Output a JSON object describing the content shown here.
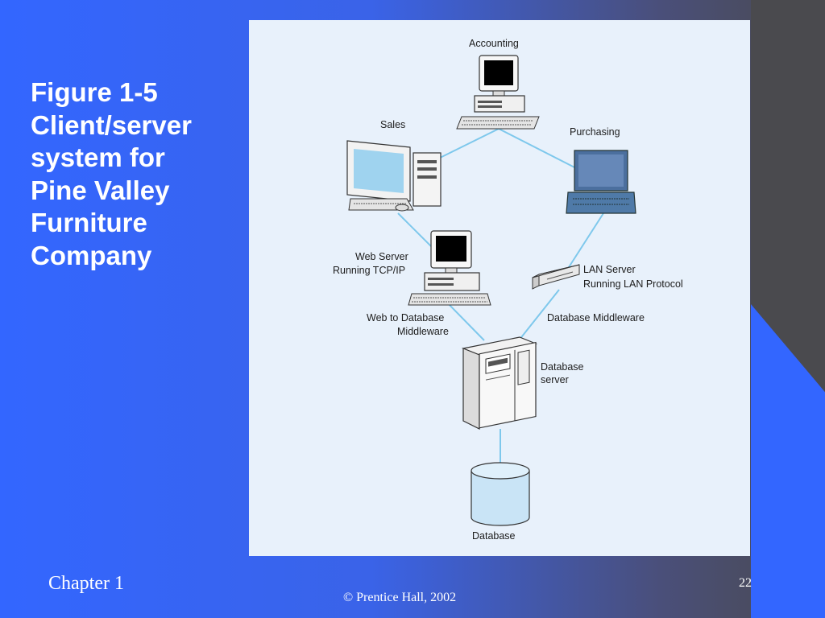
{
  "slide": {
    "title": "Figure 1-5\nClient/server\nsystem for\nPine Valley\nFurniture\nCompany",
    "chapter": "Chapter 1",
    "copyright": "© Prentice Hall, 2002",
    "page_number": "22"
  },
  "diagram": {
    "nodes": {
      "accounting": "Accounting",
      "sales": "Sales",
      "purchasing": "Purchasing",
      "web_server_1": "Web Server",
      "web_server_2": "Running TCP/IP",
      "lan_server_1": "LAN Server",
      "lan_server_2": "Running LAN Protocol",
      "web_db_mw_1": "Web to Database",
      "web_db_mw_2": "Middleware",
      "db_mw": "Database Middleware",
      "db_server_1": "Database",
      "db_server_2": "server",
      "database": "Database"
    },
    "edges": [
      [
        "Accounting",
        "Sales"
      ],
      [
        "Accounting",
        "Purchasing"
      ],
      [
        "Sales",
        "Web Server"
      ],
      [
        "Purchasing",
        "LAN Server"
      ],
      [
        "Web Server",
        "Database server"
      ],
      [
        "LAN Server",
        "Database server"
      ],
      [
        "Database server",
        "Database"
      ]
    ]
  },
  "colors": {
    "background": "#3366ff",
    "panel": "#e8f1fb",
    "connector": "#7ec8ec"
  }
}
